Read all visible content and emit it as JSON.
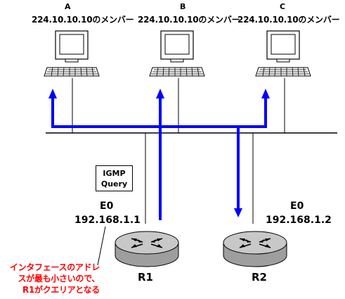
{
  "hosts": [
    {
      "letter": "A",
      "member_label": "224.10.10.10のメンバー"
    },
    {
      "letter": "B",
      "member_label": "224.10.10.10のメンバー"
    },
    {
      "letter": "C",
      "member_label": "224.10.10.10のメンバー"
    }
  ],
  "igmp_box": {
    "line1": "IGMP",
    "line2": "Query"
  },
  "routers": [
    {
      "name": "R1",
      "interface": "E0",
      "ip": "192.168.1.1"
    },
    {
      "name": "R2",
      "interface": "E0",
      "ip": "192.168.1.2"
    }
  ],
  "note": {
    "line1": "インタフェースのアドレ",
    "line2": "スが最も小さいので、",
    "line3": "R1がクエリアとなる"
  },
  "colors": {
    "flow_arrow": "#0000ff",
    "note_text": "#ff0000",
    "router_fill": "#b3b3b3"
  }
}
